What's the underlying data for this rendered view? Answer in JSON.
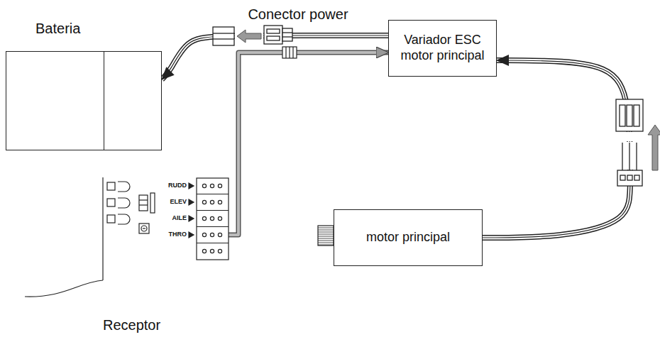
{
  "diagram": {
    "nodes": [
      {
        "text": [
          "Bateria"
        ]
      },
      {
        "text": [
          "Variador ESC motor principal"
        ]
      },
      {
        "text": [
          "motor principal"
        ]
      },
      {
        "text": [
          "Receptor"
        ]
      }
    ],
    "edges": [
      {
        "from": 1,
        "to": 0,
        "arrow": "to"
      },
      {
        "from": 3,
        "to": 1,
        "arrow": "to"
      },
      {
        "from": 2,
        "to": 1,
        "arrow": "to"
      }
    ],
    "labels": [
      "Conector power",
      "RUDD",
      "ELEV",
      "AILE",
      "THRO"
    ]
  }
}
